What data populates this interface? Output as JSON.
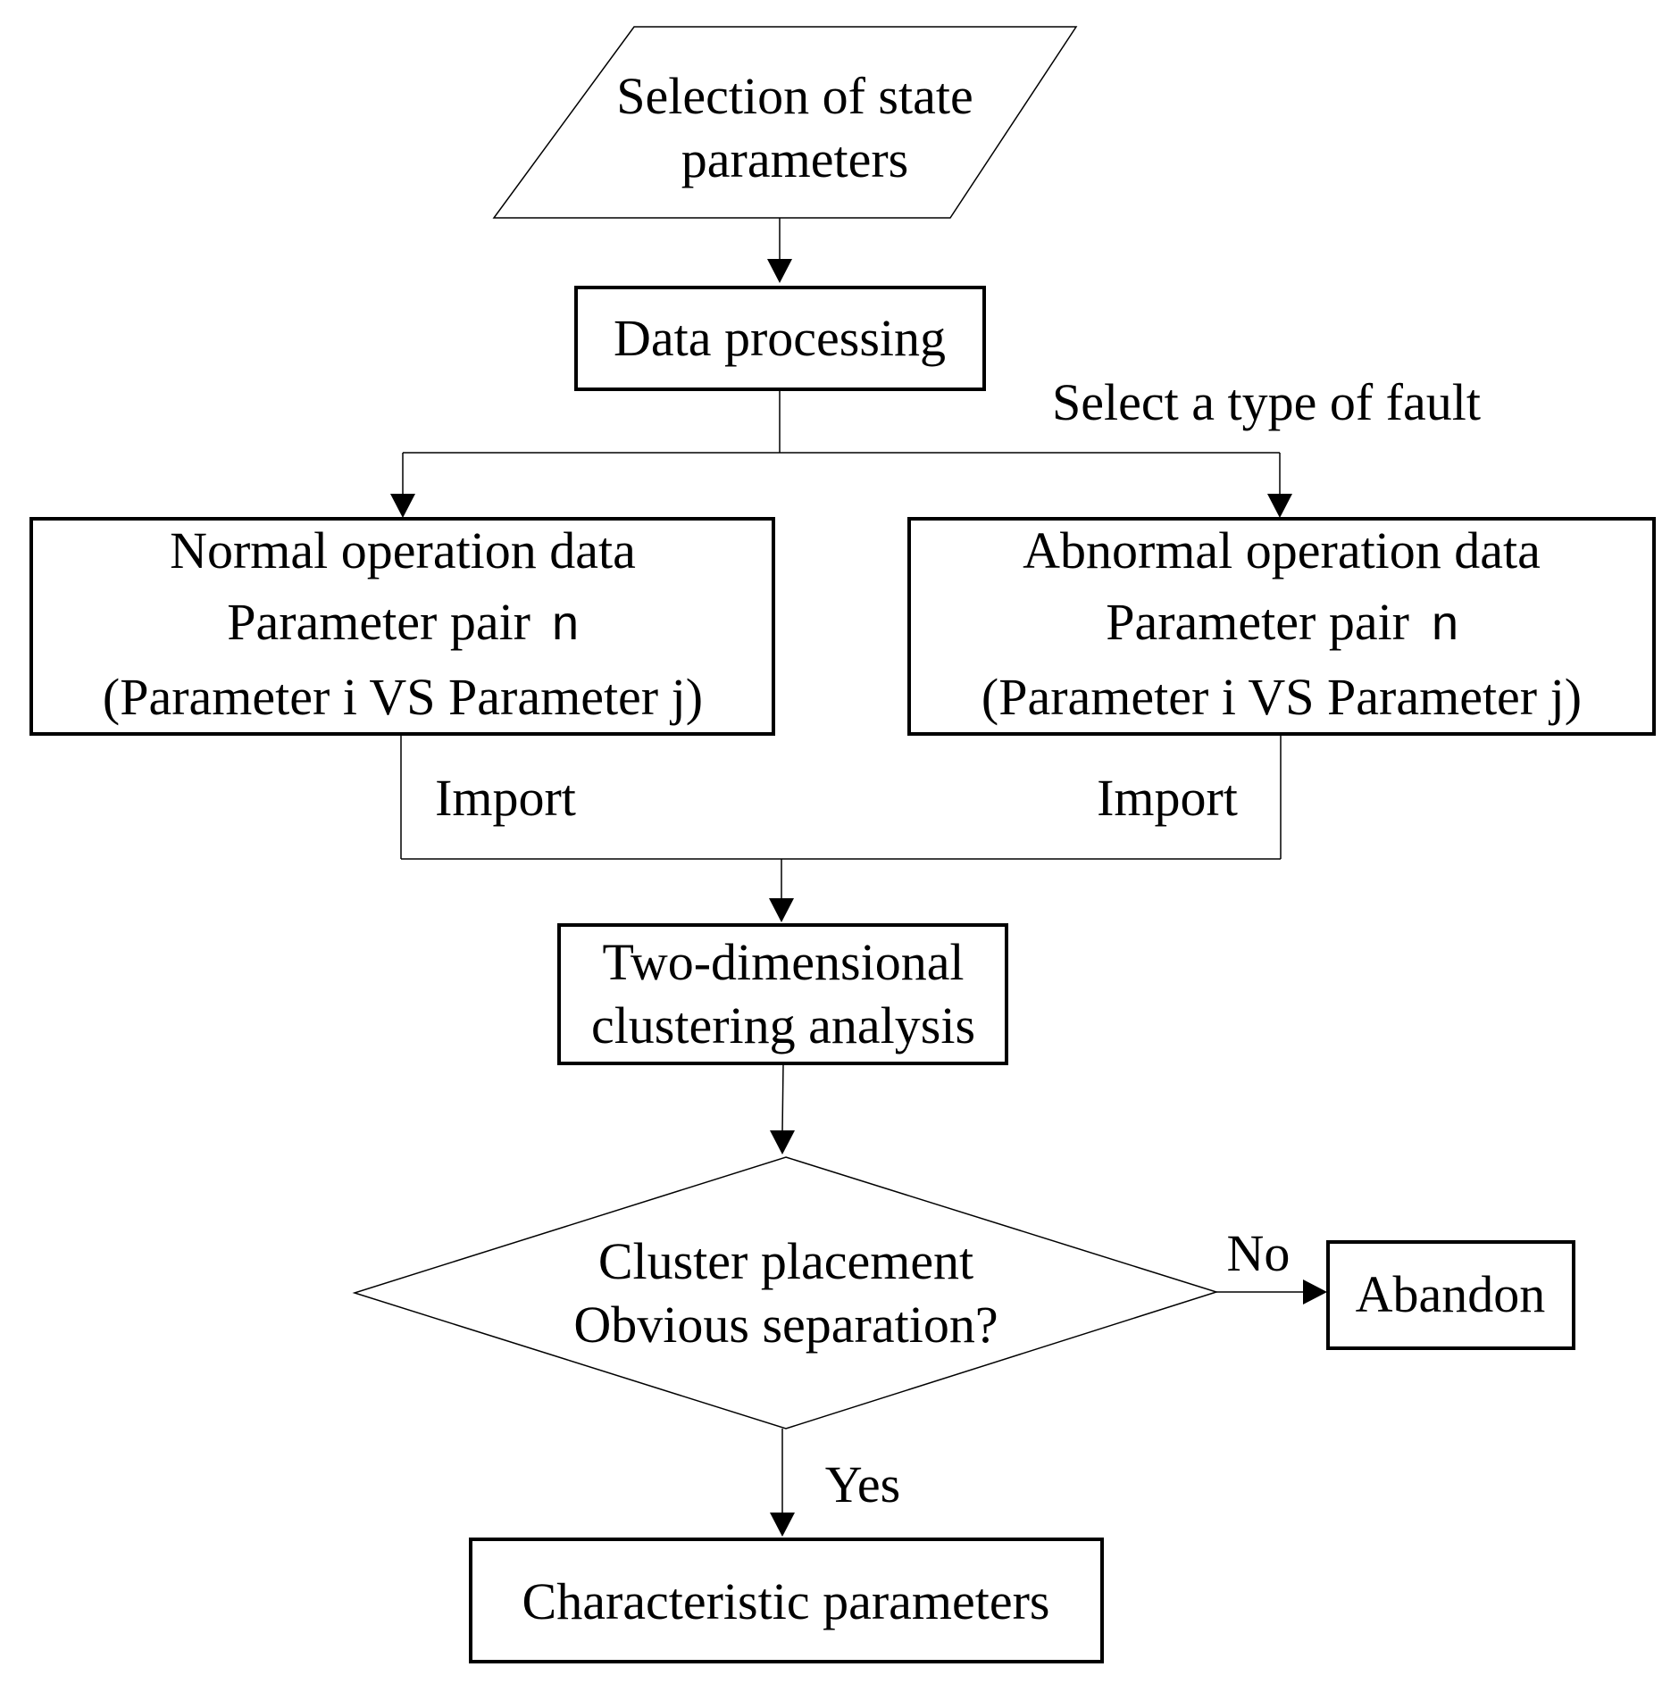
{
  "diagram": {
    "nodes": {
      "state_params": {
        "shape": "parallelogram",
        "lines": [
          "Selection of state",
          "parameters"
        ]
      },
      "data_processing": {
        "shape": "rectangle",
        "lines": [
          "Data processing"
        ]
      },
      "normal_data": {
        "shape": "rectangle",
        "lines": [
          "Normal operation data",
          "Parameter pair",
          "(Parameter i VS Parameter j)"
        ],
        "pair_symbol": "n"
      },
      "abnormal_data": {
        "shape": "rectangle",
        "lines": [
          "Abnormal operation data",
          "Parameter pair",
          "(Parameter i VS Parameter j)"
        ],
        "pair_symbol": "n"
      },
      "clustering": {
        "shape": "rectangle",
        "lines": [
          "Two-dimensional",
          "clustering analysis"
        ]
      },
      "decision": {
        "shape": "diamond",
        "lines": [
          "Cluster placement",
          "Obvious separation?"
        ]
      },
      "abandon": {
        "shape": "rectangle",
        "lines": [
          "Abandon"
        ]
      },
      "characteristic": {
        "shape": "rectangle",
        "lines": [
          "Characteristic parameters"
        ]
      }
    },
    "edge_labels": {
      "select_fault": "Select a type of fault",
      "import_left": "Import",
      "import_right": "Import",
      "no": "No",
      "yes": "Yes"
    },
    "edges": [
      {
        "from": "state_params",
        "to": "data_processing"
      },
      {
        "from": "data_processing",
        "to": "normal_data"
      },
      {
        "from": "data_processing",
        "to": "abnormal_data",
        "label": "Select a type of fault"
      },
      {
        "from": "normal_data",
        "to": "clustering",
        "label": "Import"
      },
      {
        "from": "abnormal_data",
        "to": "clustering",
        "label": "Import"
      },
      {
        "from": "clustering",
        "to": "decision"
      },
      {
        "from": "decision",
        "to": "abandon",
        "label": "No"
      },
      {
        "from": "decision",
        "to": "characteristic",
        "label": "Yes"
      }
    ]
  }
}
